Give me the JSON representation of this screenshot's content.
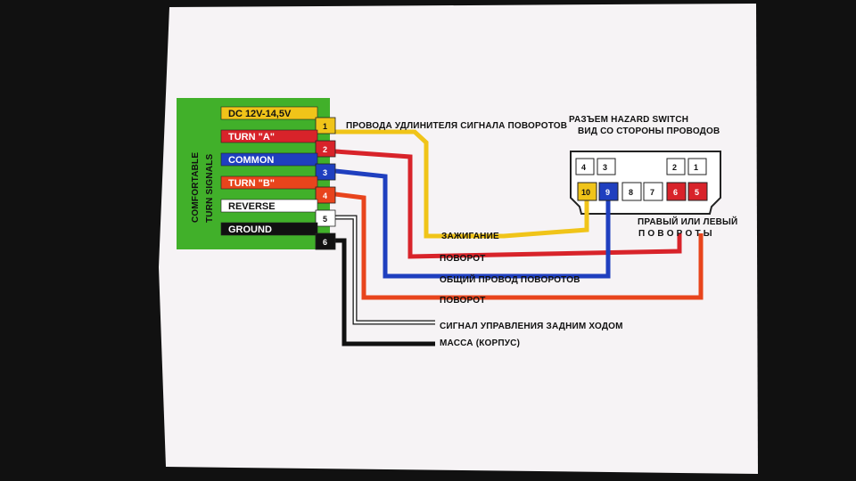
{
  "module": {
    "title_line1": "COMFORTABLE",
    "title_line2": "TURN SIGNALS",
    "color": "#41b02a",
    "wires": [
      {
        "label": "DC 12V-14,5V",
        "pin": "1",
        "color": "#f0c419",
        "text_color": "#111111"
      },
      {
        "label": "TURN \"A\"",
        "pin": "2",
        "color": "#d8232a",
        "text_color": "#ffffff"
      },
      {
        "label": "COMMON",
        "pin": "3",
        "color": "#1f3fbf",
        "text_color": "#ffffff"
      },
      {
        "label": "TURN \"B\"",
        "pin": "4",
        "color": "#e8441c",
        "text_color": "#ffffff"
      },
      {
        "label": "REVERSE",
        "pin": "5",
        "color": "#ffffff",
        "text_color": "#111111"
      },
      {
        "label": "GROUND",
        "pin": "6",
        "color": "#111111",
        "text_color": "#ffffff"
      }
    ]
  },
  "extension_caption": "ПРОВОДА УДЛИНИТЕЛЯ СИГНАЛА ПОВОРОТОВ",
  "connector": {
    "title_line1": "РАЗЪЕМ HAZARD SWITCH",
    "title_line2": "ВИД СО СТОРОНЫ ПРОВОДОВ",
    "top_pins": [
      "4",
      "3",
      "2",
      "1"
    ],
    "bottom_pins": [
      "10",
      "9",
      "8",
      "7",
      "6",
      "5"
    ]
  },
  "turn_caption_line1": "ПРАВЫЙ ИЛИ ЛЕВЫЙ",
  "turn_caption_line2": "П О В О Р О Т Ы",
  "wire_labels": [
    "ЗАЖИГАНИЕ",
    "ПОВОРОТ",
    "ОБЩИЙ ПРОВОД ПОВОРОТОВ",
    "ПОВОРОТ",
    "СИГНАЛ УПРАВЛЕНИЯ ЗАДНИМ ХОДОМ",
    "МАССА (КОРПУС)"
  ]
}
